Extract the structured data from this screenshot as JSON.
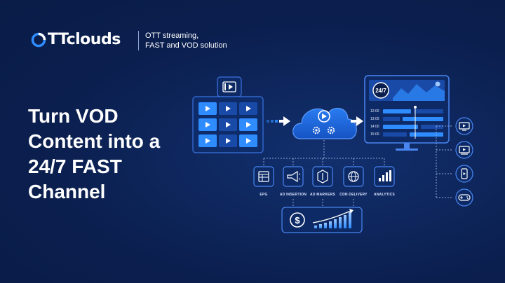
{
  "brand": {
    "name": "TTclouds",
    "tagline_line1": "OTT streaming,",
    "tagline_line2": "FAST and VOD solution"
  },
  "headline": {
    "line1": "Turn VOD",
    "line2": "Content into a",
    "line3": "24/7 FAST",
    "line4": "Channel"
  },
  "diagram": {
    "badge_24_7": "24/7",
    "schedule_times": [
      "12:00",
      "13:00",
      "14:00",
      "15:00"
    ],
    "services": [
      "EPG",
      "AD INSERTION",
      "AD MARKERS",
      "CDN DELIVERY",
      "ANALYTICS"
    ],
    "devices": [
      "tv-icon",
      "monitor-icon",
      "phone-icon",
      "gamepad-icon"
    ],
    "monetization_symbol": "$"
  },
  "colors": {
    "background": "#0b1f4f",
    "accent_blue": "#2f8cff",
    "cloud_blue": "#1e6fe0",
    "panel_border": "#3b73e0"
  }
}
